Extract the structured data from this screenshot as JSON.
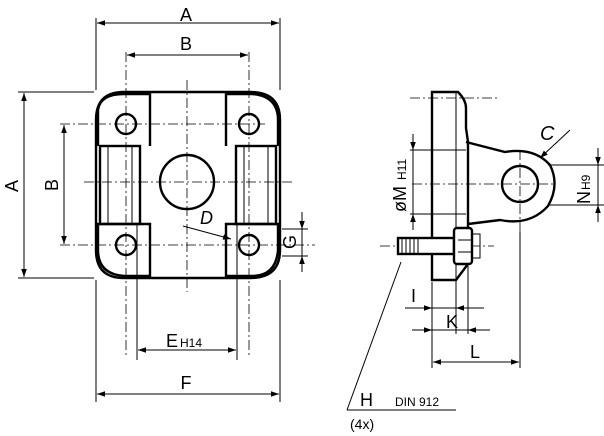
{
  "drawing": {
    "labels": {
      "A_top": "A",
      "B_top": "B",
      "A_left": "A",
      "B_left": "B",
      "D": "D",
      "G": "G",
      "E": "E",
      "E_tol": "H14",
      "F": "F",
      "C": "C",
      "M_prefix": "øM",
      "M_tol": "H11",
      "N": "N",
      "N_tol": "H9",
      "I": "I",
      "K": "K",
      "L": "L",
      "H": "H",
      "standard": "DIN 912",
      "quantity": "(4x)"
    }
  }
}
